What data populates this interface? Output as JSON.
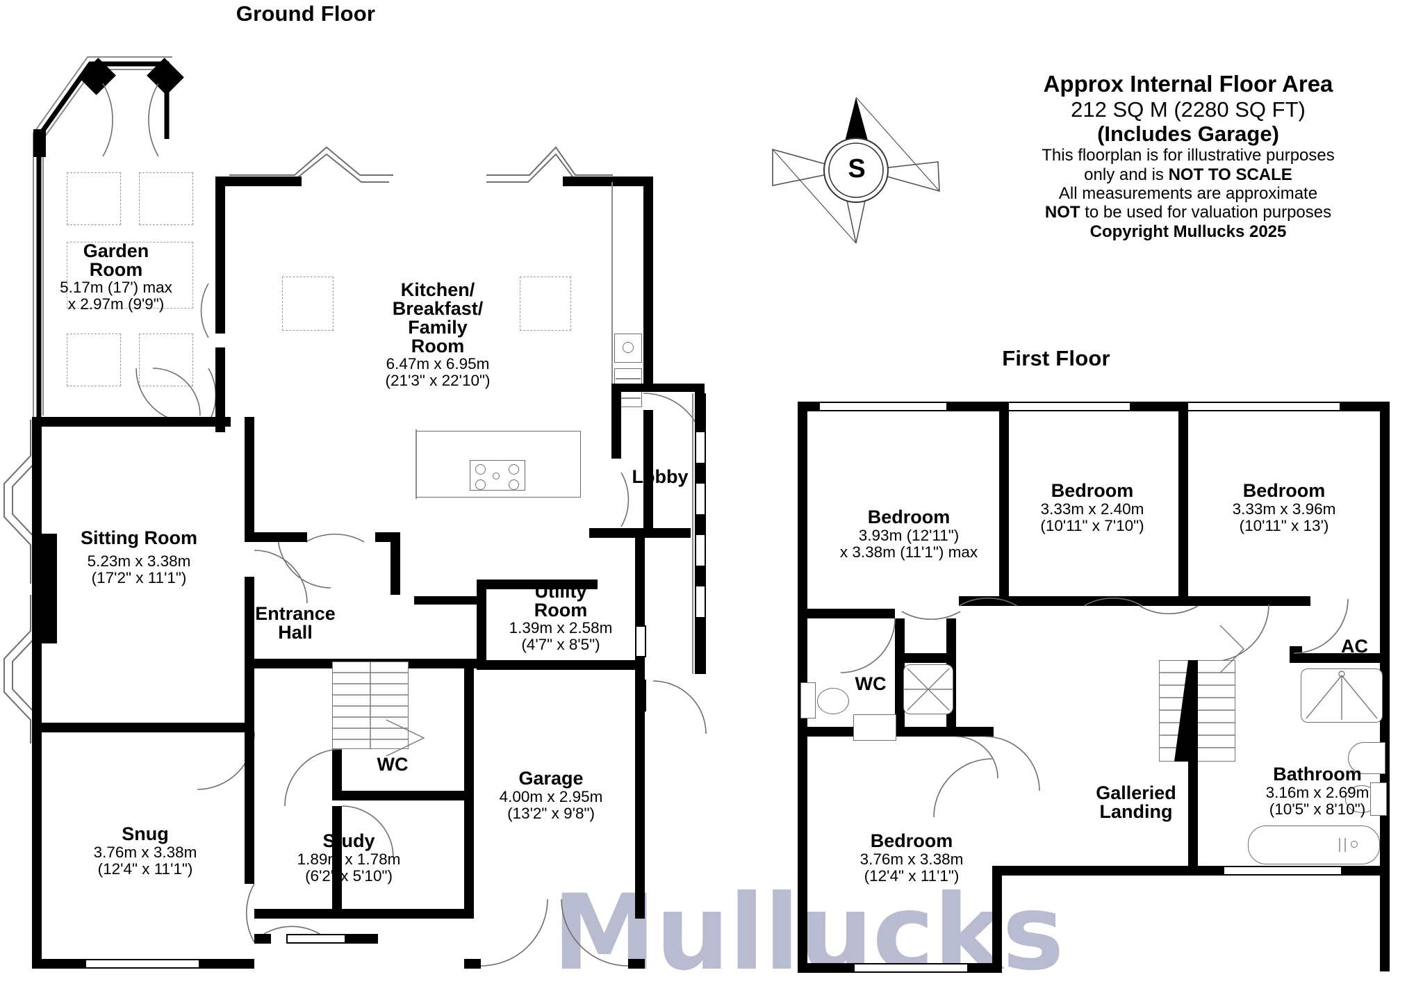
{
  "document": {
    "watermark": "Mullucks",
    "compass_label": "S"
  },
  "header": {
    "line1": "Approx Internal Floor Area",
    "line2": "212 SQ M (2280 SQ FT)",
    "line3": "(Includes Garage)",
    "line4a": "This floorplan is for illustrative purposes",
    "line4b_prefix": "only and is ",
    "line4b_bold": "NOT TO SCALE",
    "line4c": "All measurements are approximate",
    "line4d_bold": "NOT",
    "line4d_rest": " to be used for valuation purposes",
    "line5": "Copyright Mullucks 2025"
  },
  "floors": [
    {
      "id": "ground",
      "title": "Ground Floor"
    },
    {
      "id": "first",
      "title": "First Floor"
    }
  ],
  "ground_floor": {
    "rooms": [
      {
        "name": "Garden\nRoom",
        "name_l1": "Garden",
        "name_l2": "Room",
        "dim_metric": "5.17m (17') max",
        "dim_imperial": "x 2.97m (9'9\")"
      },
      {
        "name_l1": "Kitchen/",
        "name_l2": "Breakfast/",
        "name_l3": "Family",
        "name_l4": "Room",
        "dim_metric": "6.47m x 6.95m",
        "dim_imperial": "(21'3\" x 22'10\")"
      },
      {
        "name_l1": "Sitting Room",
        "dim_metric": "5.23m x 3.38m",
        "dim_imperial": "(17'2\" x 11'1\")"
      },
      {
        "name_l1": "Entrance",
        "name_l2": "Hall",
        "dim_metric": "",
        "dim_imperial": ""
      },
      {
        "name_l1": "Lobby",
        "dim_metric": "",
        "dim_imperial": ""
      },
      {
        "name_l1": "Utility",
        "name_l2": "Room",
        "dim_metric": "1.39m x 2.58m",
        "dim_imperial": "(4'7\" x 8'5\")"
      },
      {
        "name_l1": "WC",
        "dim_metric": "",
        "dim_imperial": ""
      },
      {
        "name_l1": "Study",
        "dim_metric": "1.89m x 1.78m",
        "dim_imperial": "(6'2\" x 5'10\")"
      },
      {
        "name_l1": "Garage",
        "dim_metric": "4.00m x 2.95m",
        "dim_imperial": "(13'2\" x 9'8\")"
      },
      {
        "name_l1": "Snug",
        "dim_metric": "3.76m x 3.38m",
        "dim_imperial": "(12'4\" x 11'1\")"
      }
    ]
  },
  "first_floor": {
    "rooms": [
      {
        "name_l1": "Bedroom",
        "dim_metric": "3.93m (12'11\")",
        "dim_imperial": "x 3.38m (11'1\") max"
      },
      {
        "name_l1": "Bedroom",
        "dim_metric": "3.33m x 2.40m",
        "dim_imperial": "(10'11\" x 7'10\")"
      },
      {
        "name_l1": "Bedroom",
        "dim_metric": "3.33m x 3.96m",
        "dim_imperial": "(10'11\" x 13')"
      },
      {
        "name_l1": "Bedroom",
        "dim_metric": "3.76m x 3.38m",
        "dim_imperial": "(12'4\" x 11'1\")"
      },
      {
        "name_l1": "WC",
        "dim_metric": "",
        "dim_imperial": ""
      },
      {
        "name_l1": "Galleried",
        "name_l2": "Landing",
        "dim_metric": "",
        "dim_imperial": ""
      },
      {
        "name_l1": "AC",
        "dim_metric": "",
        "dim_imperial": ""
      },
      {
        "name_l1": "Bathroom",
        "dim_metric": "3.16m x 2.69m",
        "dim_imperial": "(10'5\" x 8'10\")"
      }
    ]
  },
  "colors": {
    "wall": "#000000",
    "watermark": "#b9bbd0",
    "fixture_outline": "#6e6e6e",
    "glazing": "#7d7d7d"
  }
}
